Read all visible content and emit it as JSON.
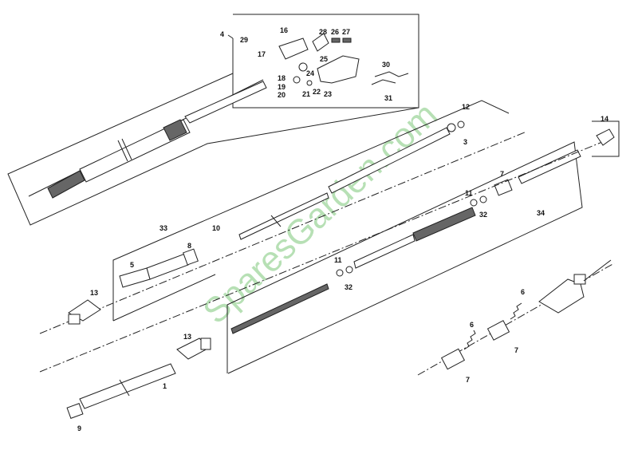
{
  "watermark": "SparesGarden.com",
  "labels": {
    "l1": "1",
    "l3": "3",
    "l4": "4",
    "l5": "5",
    "l6a": "6",
    "l6b": "6",
    "l7a": "7",
    "l7b": "7",
    "l7c": "7",
    "l8": "8",
    "l9": "9",
    "l10": "10",
    "l11a": "11",
    "l11b": "11",
    "l12": "12",
    "l13a": "13",
    "l13b": "13",
    "l14": "14",
    "l16": "16",
    "l17": "17",
    "l18": "18",
    "l19": "19",
    "l20": "20",
    "l21": "21",
    "l22": "22",
    "l23": "23",
    "l24": "24",
    "l25": "25",
    "l26": "26",
    "l27": "27",
    "l28": "28",
    "l29": "29",
    "l30": "30",
    "l31": "31",
    "l32a": "32",
    "l32b": "32",
    "l33": "33",
    "l34": "34"
  }
}
